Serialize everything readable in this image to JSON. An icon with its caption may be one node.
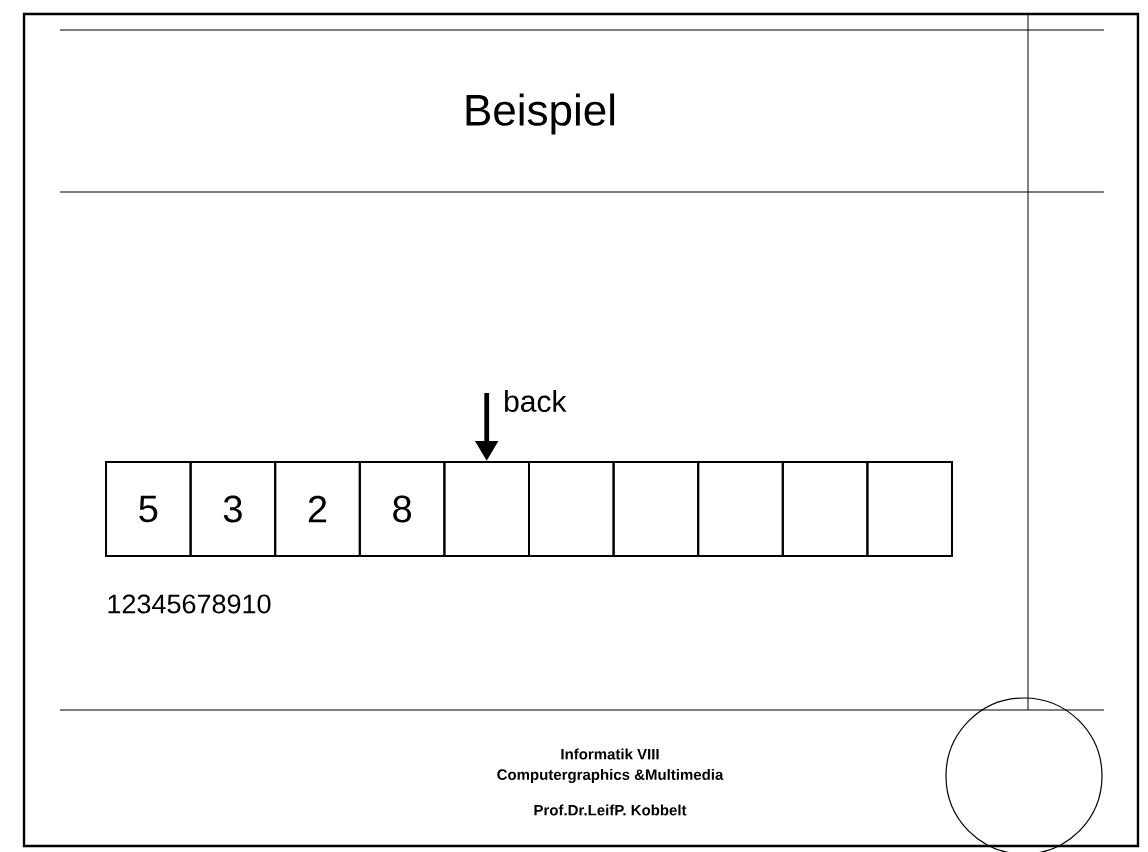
{
  "diagram": {
    "title": "Beispiel",
    "nodes": [
      {
        "text": [
          "5"
        ]
      },
      {
        "text": [
          "3"
        ]
      },
      {
        "text": [
          "2"
        ]
      },
      {
        "text": [
          "8"
        ]
      },
      {
        "text": [],
        "shape": "box"
      },
      {
        "text": [],
        "shape": "box"
      },
      {
        "text": [],
        "shape": "box"
      },
      {
        "text": [],
        "shape": "box"
      },
      {
        "text": [],
        "shape": "box"
      },
      {
        "text": [],
        "shape": "box"
      }
    ],
    "edges": [
      {
        "from": null,
        "to": 4,
        "arrow": "to",
        "label": "back"
      }
    ],
    "labels": [
      "12345678910",
      "Informatik VIII",
      "Computergraphics &Multimedia",
      "Prof.Dr.LeifP.    Kobbelt"
    ]
  }
}
